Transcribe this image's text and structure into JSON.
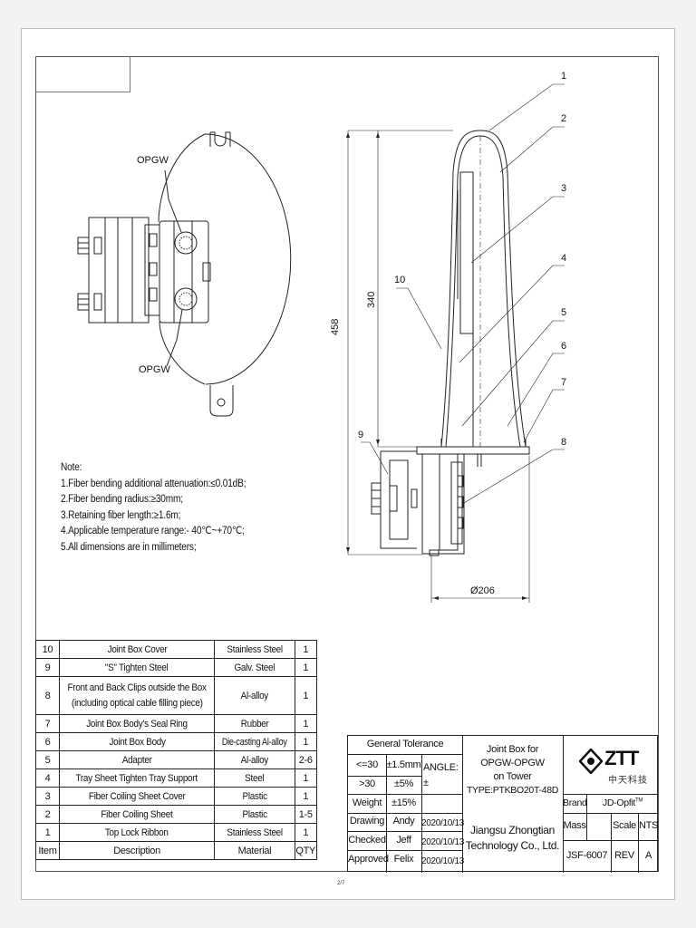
{
  "plan_view": {
    "label_top": "OPGW",
    "label_bottom": "OPGW"
  },
  "side_view": {
    "callouts": [
      "1",
      "2",
      "3",
      "4",
      "5",
      "6",
      "7",
      "8",
      "9",
      "10"
    ],
    "dim_overall_height": "458",
    "dim_dome_height": "340",
    "dim_diameter": "Ø206"
  },
  "notes": {
    "title": "Note:",
    "items": [
      "1.Fiber bending additional attenuation:≤0.01dB;",
      "2.Fiber bending radius:≥30mm;",
      "3.Retaining fiber length:≥1.6m;",
      "4.Applicable temperature range:- 40℃~+70℃;",
      "5.All dimensions are in millimeters;"
    ]
  },
  "parts_list": {
    "headers": [
      "Item",
      "Description",
      "Material",
      "QTY"
    ],
    "rows": [
      {
        "item": "10",
        "description": "Joint Box Cover",
        "material": "Stainless Steel",
        "qty": "1"
      },
      {
        "item": "9",
        "description": "\"S\" Tighten Steel",
        "material": "Galv. Steel",
        "qty": "1"
      },
      {
        "item": "8",
        "description_line1": "Front and Back Clips outside the Box",
        "description_line2": "(including optical cable filling piece)",
        "material": "Al-alloy",
        "qty": "1"
      },
      {
        "item": "7",
        "description": "Joint Box Body's Seal Ring",
        "material": "Rubber",
        "qty": "1"
      },
      {
        "item": "6",
        "description": "Joint Box Body",
        "material": "Die-casting Al-alloy",
        "qty": "1"
      },
      {
        "item": "5",
        "description": "Adapter",
        "material": "Al-alloy",
        "qty": "2-6"
      },
      {
        "item": "4",
        "description": "Tray Sheet Tighten Tray Support",
        "material": "Steel",
        "qty": "1"
      },
      {
        "item": "3",
        "description": "Fiber Coiling Sheet Cover",
        "material": "Plastic",
        "qty": "1"
      },
      {
        "item": "2",
        "description": "Fiber Coiling Sheet",
        "material": "Plastic",
        "qty": "1-5"
      },
      {
        "item": "1",
        "description": "Top Lock Ribbon",
        "material": "Stainless Steel",
        "qty": "1"
      }
    ]
  },
  "title_block": {
    "general_tolerance": "General Tolerance",
    "tol_row1_range": "<=30",
    "tol_row1_value": "±1.5mm",
    "tol_row2_range": ">30",
    "tol_row2_value": "±5%",
    "tol_row3_range": "Weight",
    "tol_row3_value": "±15%",
    "angle_label": "ANGLE:",
    "angle_value": "±",
    "drawing_label": "Drawing",
    "drawing_name": "Andy",
    "drawing_date": "2020/10/13",
    "checked_label": "Checked",
    "checked_name": "Jeff",
    "checked_date": "2020/10/13",
    "approved_label": "Approved",
    "approved_name": "Felix",
    "approved_date": "2020/10/13",
    "product_line1": "Joint Box for",
    "product_line2": "OPGW-OPGW",
    "product_line3": "on Tower",
    "product_type": "TYPE:PTKBO20T-48D",
    "company_line1": "Jiangsu Zhongtian",
    "company_line2": "Technology Co., Ltd.",
    "logo_text": "ZTT",
    "logo_chinese": "中天科技",
    "brand_label": "Brand",
    "brand_value": "JD-Opfit",
    "brand_tm": "TM",
    "mass_label": "Mass",
    "scale_label": "Scale",
    "scale_value": "NTS",
    "drawing_number": "JSF-6007",
    "rev_label": "REV",
    "rev_value": "A"
  },
  "page_number": "2/7"
}
